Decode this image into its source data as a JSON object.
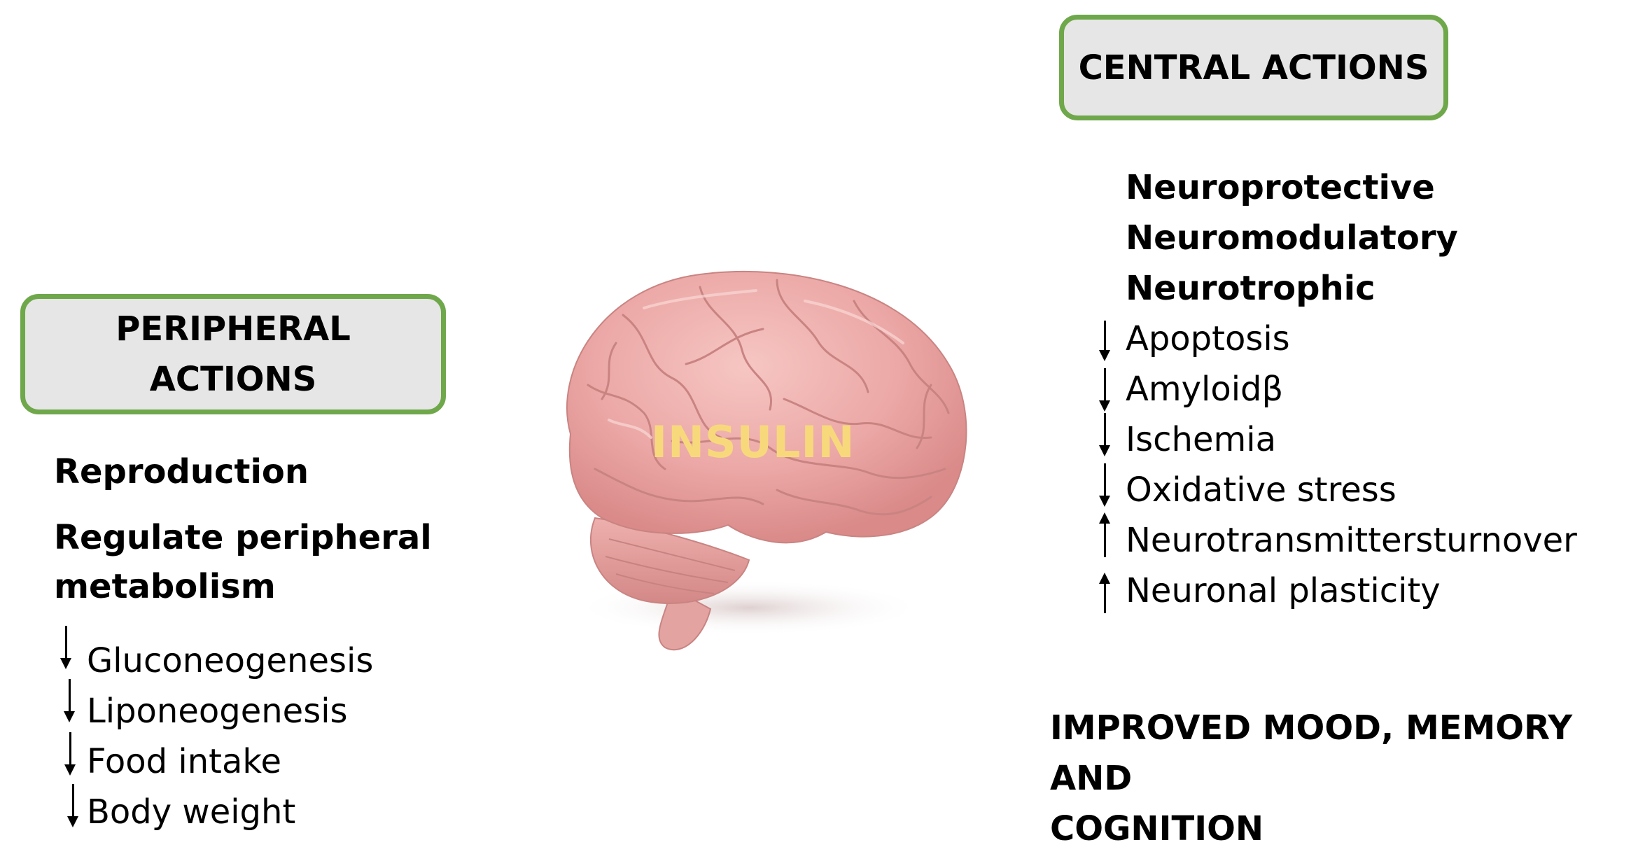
{
  "peripheral": {
    "title_line1": "PERIPHERAL",
    "title_line2": "ACTIONS",
    "items": [
      "Reproduction",
      "Regulate peripheral",
      "metabolism"
    ],
    "effects": [
      {
        "direction": "down",
        "label": "Gluconeogenesis"
      },
      {
        "direction": "down",
        "label": "Liponeogenesis"
      },
      {
        "direction": "down",
        "label": "Food intake"
      },
      {
        "direction": "down",
        "label": "Body weight"
      }
    ]
  },
  "center": {
    "label": "INSULIN",
    "image": "brain-illustration",
    "label_color": "#f7d97c"
  },
  "central": {
    "title": "CENTRAL ACTIONS",
    "items": [
      "Neuroprotective",
      "Neuromodulatory",
      "Neurotrophic"
    ],
    "effects": [
      {
        "direction": "down",
        "label": "Apoptosis"
      },
      {
        "direction": "down",
        "label": "Amyloidβ"
      },
      {
        "direction": "down",
        "label": "Ischemia"
      },
      {
        "direction": "down",
        "label": "Oxidative stress"
      },
      {
        "direction": "up",
        "label": "Neurotransmittersturnover"
      },
      {
        "direction": "up",
        "label": "Neuronal plasticity"
      }
    ]
  },
  "conclusion": {
    "line1": "IMPROVED MOOD, MEMORY AND",
    "line2": "COGNITION"
  },
  "colors": {
    "box_border": "#6fa84b",
    "box_fill": "#e6e6e6",
    "brain": "#eba7a5"
  }
}
